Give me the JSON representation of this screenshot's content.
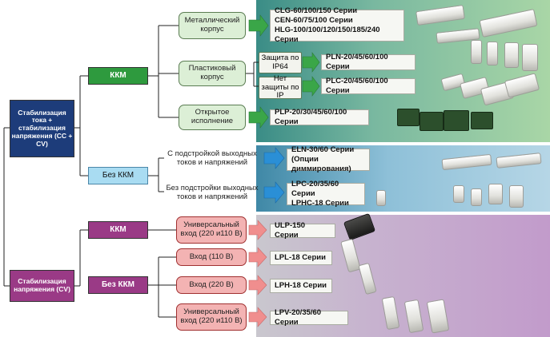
{
  "root_cc_cv": "Стабилизация тока + стабилизация напряжения (CC + CV)",
  "root_cv": "Стабилизация напряжения (CV)",
  "kkm_top": "ККМ",
  "bez_kkm_mid": "Без ККМ",
  "kkm_bottom": "ККМ",
  "bez_kkm_bottom": "Без ККМ",
  "metal_case": "Металлический корпус",
  "plastic_case": "Пластиковый корпус",
  "open_design": "Открытое исполнение",
  "ip64_protected": "Защита по IP64",
  "ip_unprotected": "Нет защиты по IP",
  "with_adjust": "С подстройкой выходных токов и напряжений",
  "without_adjust": "Без подстройки выходных токов и напряжений",
  "universal_input_1": "Универсальный вход (220 и110 В)",
  "input_110": "Вход (110 В)",
  "input_220": "Вход (220 В)",
  "universal_input_2": "Универсальный вход (220 и110 В)",
  "series_metal": [
    "CLG-60/100/150 Серии",
    "CEN-60/75/100 Серии",
    "HLG-100/100/120/150/185/240 Серии"
  ],
  "series_pln": "PLN-20/45/60/100 Серии",
  "series_plc": "PLC-20/45/60/100 Серии",
  "series_plp": "PLP-20/30/45/60/100 Серии",
  "series_eln": [
    "ELN-30/60  Серии",
    "(Опции диммирования)"
  ],
  "series_lpc": [
    "LPC-20/35/60 Серии",
    "LPHC-18 Серии"
  ],
  "series_ulp": "ULP-150 Серии",
  "series_lpl": "LPL-18 Серии",
  "series_lph": "LPH-18 Серии",
  "series_lpv": "LPV-20/35/60 Серии",
  "colors": {
    "navy": "#1d3c7a",
    "green": "#2e9a3e",
    "magenta": "#9a3a86",
    "light_blue": "#a9dcf2",
    "arrow_green": "#3aa648",
    "arrow_blue": "#2a8fd6",
    "arrow_pink": "#f08e8e",
    "band_green": "#9fcf9f",
    "band_blue": "#a9cde2",
    "band_purple": "#c3a3cc"
  }
}
